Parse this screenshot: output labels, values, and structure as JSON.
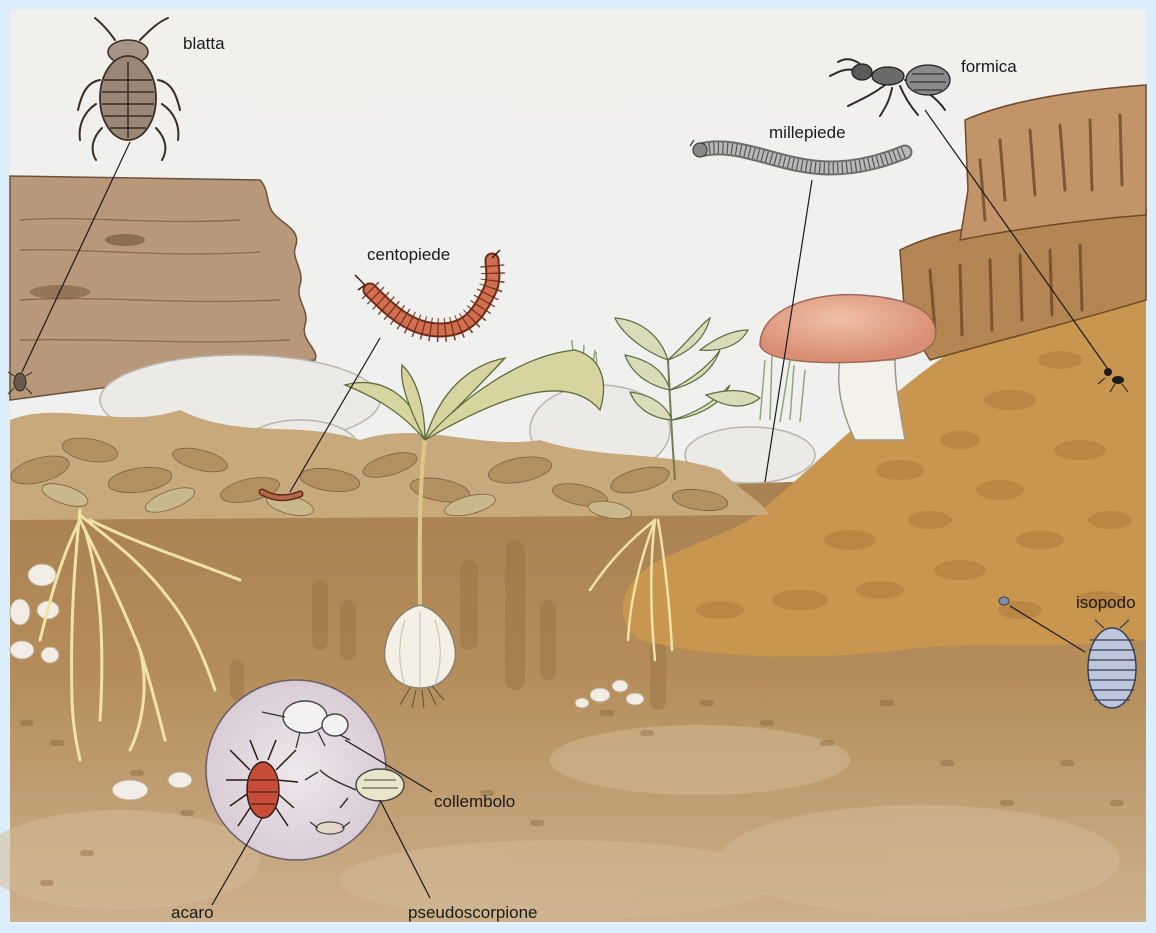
{
  "labels": {
    "blatta": "blatta",
    "formica": "formica",
    "millepiede": "millepiede",
    "centopiede": "centopiede",
    "isopodo": "isopodo",
    "collembolo": "collembolo",
    "acaro": "acaro",
    "pseudoscorpione": "pseudoscorpione"
  },
  "colors": {
    "frame": "#dceefc",
    "sky": "#f3f2ef",
    "soil": "#b58a4e",
    "deep_soil": "#c7a679",
    "bank": "#c99a55",
    "log": "#b59372"
  }
}
